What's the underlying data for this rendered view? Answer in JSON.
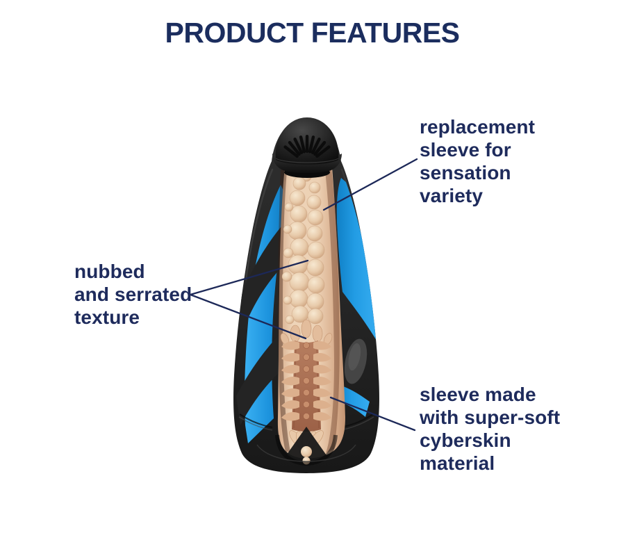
{
  "header": {
    "title": "PRODUCT FEATURES",
    "title_color": "#1b2d5e"
  },
  "callouts": {
    "replacement_sleeve": {
      "label": "replacement\nsleeve for\nsensation\nvariety"
    },
    "texture": {
      "label": "nubbed\nand serrated\ntexture"
    },
    "material": {
      "label": "sleeve made\nwith super-soft\ncyberskin\nmaterial"
    }
  },
  "product": {
    "description": "cutaway illustration of a sleeve stroker device showing internal texture",
    "colors": {
      "shell_black": "#272727",
      "accent_blue": "#1e9be4",
      "sleeve_flesh": "#ecd2b5",
      "sleeve_channel": "#a96b4f",
      "callout_navy": "#1c2858",
      "background": "#ffffff"
    }
  }
}
